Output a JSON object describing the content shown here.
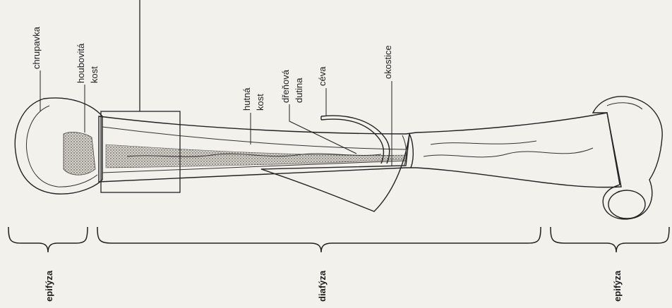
{
  "labels": {
    "chrupavka": "chrupavka",
    "houbovita": "houbovitá",
    "kost1": "kost",
    "hutna": "hutná",
    "kost2": "kost",
    "drenova": "dřeňová",
    "dutina": "dutina",
    "ceva": "céva",
    "okostice": "okostice"
  },
  "regions": {
    "epifyza_left": "epifýza",
    "diafyza": "diafýza",
    "epifyza_right": "epifýza"
  },
  "colors": {
    "ink": "#222222",
    "paper": "#f3f1ec",
    "shade": "#b8b4ac"
  }
}
